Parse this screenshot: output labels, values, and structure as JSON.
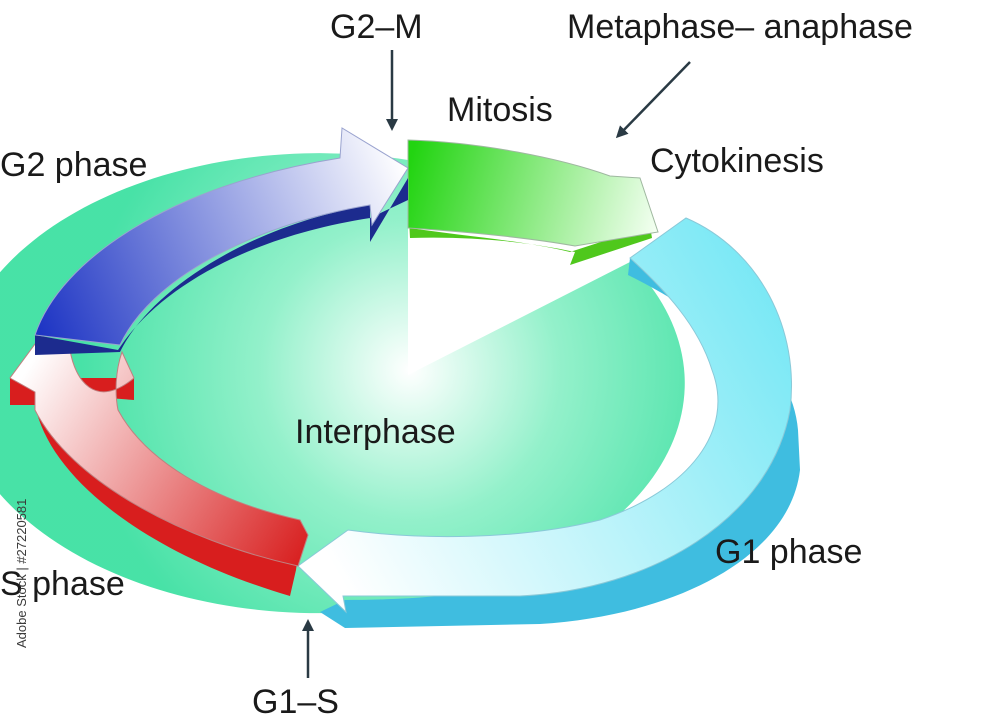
{
  "labels": {
    "g2_m": "G2–M",
    "metaphase_anaphase": "Metaphase– anaphase",
    "mitosis": "Mitosis",
    "cytokinesis": "Cytokinesis",
    "g2_phase": "G2 phase",
    "interphase": "Interphase",
    "g1_phase": "G1 phase",
    "s_phase": "S phase",
    "g1_s": "G1–S"
  },
  "watermark": "Adobe Stock | #27220581",
  "colors": {
    "mitosis": "#3fd61f",
    "g1": "#7fe6f3",
    "s": "#d81e1e",
    "g2": "#2b3fc8",
    "interphase_center": "#9ff0c4",
    "pointer": "#2a3a44"
  }
}
